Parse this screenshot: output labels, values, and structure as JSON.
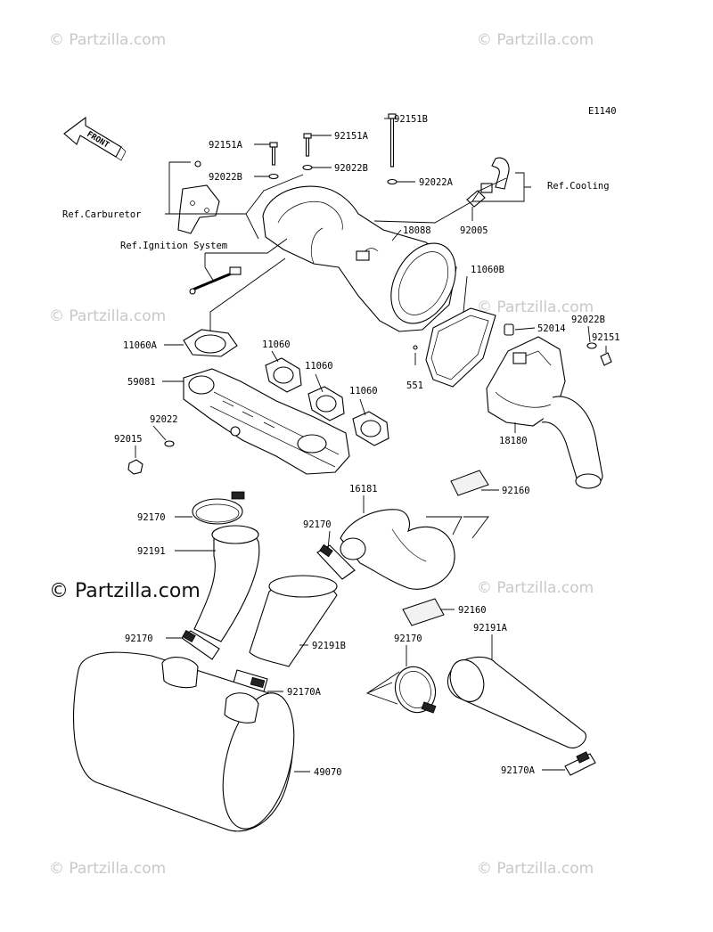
{
  "diagram_code": "E1140",
  "front_label": "FRONT",
  "watermark": "© Partzilla.com",
  "watermark_main": "© Partzilla.com",
  "labels": {
    "92151B": "92151B",
    "92151A_1": "92151A",
    "92151A_2": "92151A",
    "92022B_1": "92022B",
    "92022B_2": "92022B",
    "92022A": "92022A",
    "ref_cooling": "Ref.Cooling",
    "ref_carburetor": "Ref.Carburetor",
    "ref_ignition": "Ref.Ignition System",
    "92005": "92005",
    "18088": "18088",
    "11060B": "11060B",
    "11060A": "11060A",
    "11060_1": "11060",
    "11060_2": "11060",
    "11060_3": "11060",
    "52014": "52014",
    "92022B_3": "92022B",
    "92151": "92151",
    "59081": "59081",
    "551": "551",
    "92022": "92022",
    "92015": "92015",
    "18180": "18180",
    "16181": "16181",
    "92160_1": "92160",
    "92170_1": "92170",
    "92170_2": "92170",
    "92191": "92191",
    "92170_3": "92170",
    "92191B": "92191B",
    "92170A_1": "92170A",
    "92170_4": "92170",
    "92191A": "92191A",
    "92160_2": "92160",
    "49070": "49070",
    "92170A_2": "92170A"
  }
}
